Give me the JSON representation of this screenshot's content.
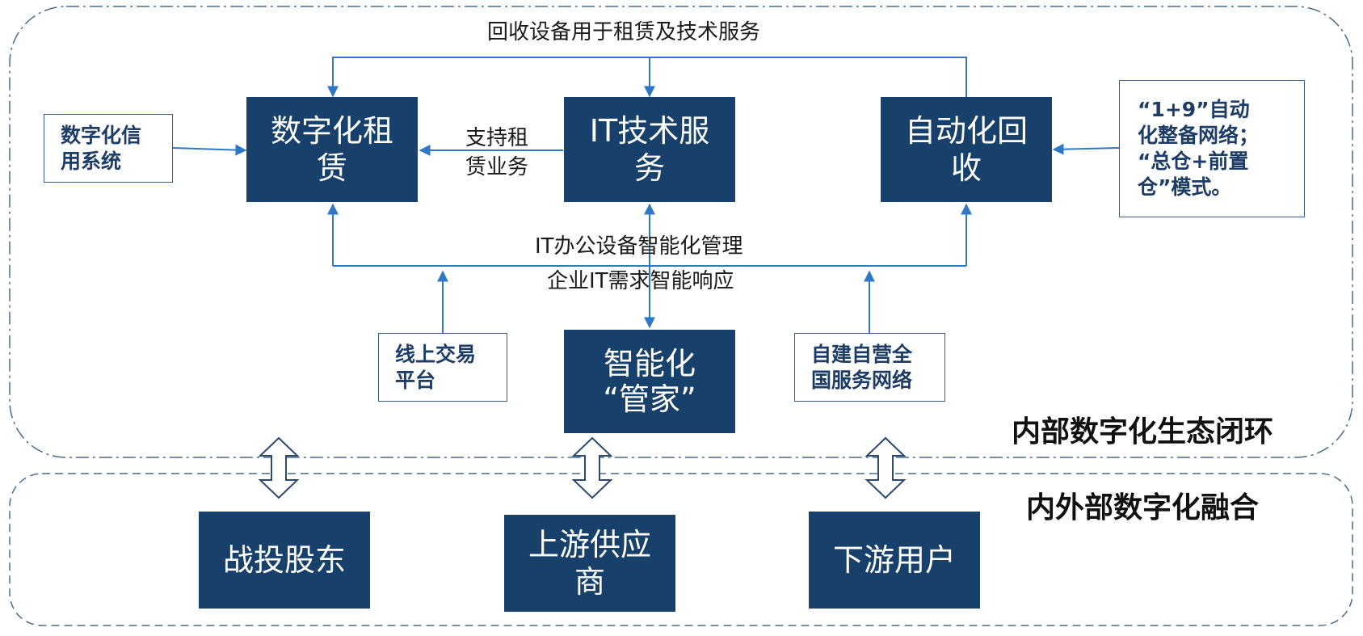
{
  "internal_region": {
    "label": "内部数字化生态闭环"
  },
  "external_region": {
    "label": "内外部数字化融合"
  },
  "core_nodes": {
    "leasing": {
      "lines": [
        "数字化租",
        "赁"
      ]
    },
    "it_service": {
      "lines": [
        "IT技术服",
        "务"
      ]
    },
    "recycling": {
      "lines": [
        "自动化回",
        "收"
      ]
    },
    "butler": {
      "lines": [
        "智能化",
        "“管家”"
      ]
    }
  },
  "side_boxes": {
    "credit": {
      "lines": [
        "数字化信",
        "用系统"
      ]
    },
    "network": {
      "lines": [
        "“1+9”自动",
        "化整备网络；",
        "“总仓+前置",
        "仓”模式。"
      ]
    },
    "trading": {
      "lines": [
        "线上交易",
        "平台"
      ]
    },
    "service_network": {
      "lines": [
        "自建自营全",
        "国服务网络"
      ]
    }
  },
  "edge_labels": {
    "top_loop": "回收设备用于租赁及技术服务",
    "support": [
      "支持租",
      "赁业务"
    ],
    "bottom_1": "IT办公设备智能化管理",
    "bottom_2": "企业IT需求智能响应"
  },
  "external_nodes": {
    "investors": {
      "lines": [
        "战投股东"
      ]
    },
    "suppliers": {
      "lines": [
        "上游供应",
        "商"
      ]
    },
    "users": {
      "lines": [
        "下游用户"
      ]
    }
  },
  "colors": {
    "node_fill": "#17406b",
    "connector": "#2f78c8",
    "border_dashed": "#4a6b8a"
  }
}
